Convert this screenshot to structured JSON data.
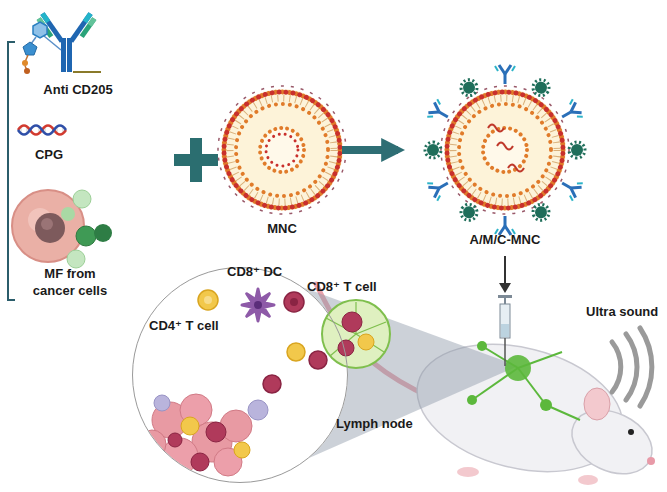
{
  "diagram": {
    "nodes": [
      {
        "text": [
          "Anti CD205"
        ]
      },
      {
        "text": [
          "CPG"
        ]
      },
      {
        "text": [
          "MF from cancer cells"
        ]
      },
      {
        "text": [
          "MNC"
        ]
      },
      {
        "text": [
          "A/M/C-MNC"
        ]
      },
      {
        "text": [
          "CD8⁺ DC",
          "CD8⁺ T cell",
          "CD4⁺ T cell",
          "Lymph node"
        ]
      }
    ],
    "edges": [
      {
        "from": 3,
        "to": 4,
        "arrow": "to"
      }
    ],
    "labels": [
      "Ultra sound"
    ]
  }
}
